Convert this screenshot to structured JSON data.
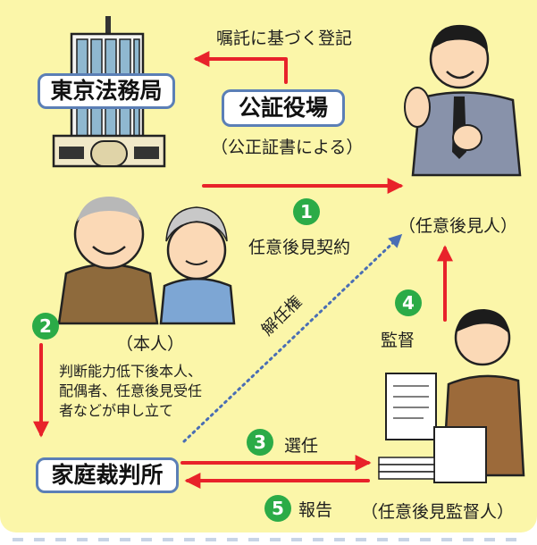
{
  "places": {
    "legal_bureau": "東京法務局",
    "notary_office": "公証役場",
    "family_court": "家庭裁判所"
  },
  "labels": {
    "commissioned_registration": "嘱託に基づく登記",
    "by_notarial_deed": "（公正証書による）",
    "guardian": "（任意後見人）",
    "principal": "（本人）",
    "supervisor": "（任意後見監督人）",
    "contract": "任意後見契約",
    "petition_line1": "判断能力低下後本人、",
    "petition_line2": "配偶者、任意後見受任",
    "petition_line3": "者などが申し立て",
    "supervision": "監督",
    "dismissal_right": "解任権",
    "appointment": "選任",
    "report": "報告"
  },
  "steps": [
    "1",
    "2",
    "3",
    "4",
    "5"
  ],
  "colors": {
    "background": "#fbf6a9",
    "arrow_red": "#e8222a",
    "box_border": "#5b7fb6",
    "dotted_arrow": "#4a6eb4",
    "step_badge": "#2bab47"
  }
}
